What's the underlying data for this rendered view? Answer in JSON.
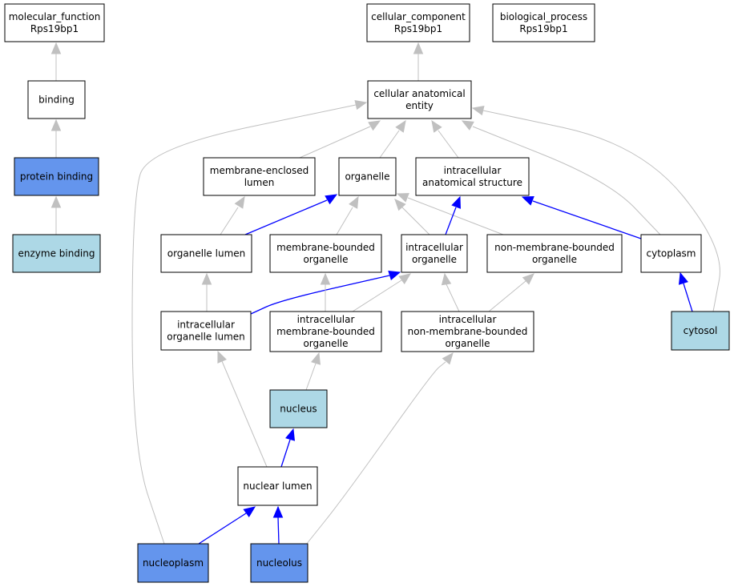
{
  "colors": {
    "default_fill": "#ffffff",
    "annotated_fill": "#6495ed",
    "inferred_fill": "#add8e6",
    "border": "#000000",
    "is_a_edge": "#c0c0c0",
    "part_of_edge": "#0000ff"
  },
  "nodes": [
    {
      "id": "mf-root",
      "lines": [
        "molecular_function",
        "Rps19bp1"
      ],
      "fill": "default"
    },
    {
      "id": "cc-root",
      "lines": [
        "cellular_component",
        "Rps19bp1"
      ],
      "fill": "default"
    },
    {
      "id": "bp-root",
      "lines": [
        "biological_process",
        "Rps19bp1"
      ],
      "fill": "default"
    },
    {
      "id": "binding",
      "lines": [
        "binding"
      ],
      "fill": "default"
    },
    {
      "id": "protein-binding",
      "lines": [
        "protein binding"
      ],
      "fill": "annotated"
    },
    {
      "id": "enzyme-binding",
      "lines": [
        "enzyme binding"
      ],
      "fill": "inferred"
    },
    {
      "id": "cellular-anatomical-entity",
      "lines": [
        "cellular anatomical",
        "entity"
      ],
      "fill": "default"
    },
    {
      "id": "membrane-enclosed-lumen",
      "lines": [
        "membrane-enclosed",
        "lumen"
      ],
      "fill": "default"
    },
    {
      "id": "organelle",
      "lines": [
        "organelle"
      ],
      "fill": "default"
    },
    {
      "id": "intracellular-anatomical-structure",
      "lines": [
        "intracellular",
        "anatomical structure"
      ],
      "fill": "default"
    },
    {
      "id": "organelle-lumen",
      "lines": [
        "organelle lumen"
      ],
      "fill": "default"
    },
    {
      "id": "membrane-bounded-organelle",
      "lines": [
        "membrane-bounded",
        "organelle"
      ],
      "fill": "default"
    },
    {
      "id": "intracellular-organelle",
      "lines": [
        "intracellular",
        "organelle"
      ],
      "fill": "default"
    },
    {
      "id": "non-membrane-bounded-organelle",
      "lines": [
        "non-membrane-bounded",
        "organelle"
      ],
      "fill": "default"
    },
    {
      "id": "cytoplasm",
      "lines": [
        "cytoplasm"
      ],
      "fill": "default"
    },
    {
      "id": "intracellular-organelle-lumen",
      "lines": [
        "intracellular",
        "organelle lumen"
      ],
      "fill": "default"
    },
    {
      "id": "intracellular-membrane-bounded-organelle",
      "lines": [
        "intracellular",
        "membrane-bounded",
        "organelle"
      ],
      "fill": "default"
    },
    {
      "id": "intracellular-non-membrane-bounded-organelle",
      "lines": [
        "intracellular",
        "non-membrane-bounded",
        "organelle"
      ],
      "fill": "default"
    },
    {
      "id": "cytosol",
      "lines": [
        "cytosol"
      ],
      "fill": "inferred"
    },
    {
      "id": "nucleus",
      "lines": [
        "nucleus"
      ],
      "fill": "inferred"
    },
    {
      "id": "nuclear-lumen",
      "lines": [
        "nuclear lumen"
      ],
      "fill": "default"
    },
    {
      "id": "nucleoplasm",
      "lines": [
        "nucleoplasm"
      ],
      "fill": "annotated"
    },
    {
      "id": "nucleolus",
      "lines": [
        "nucleolus"
      ],
      "fill": "annotated"
    }
  ],
  "edges": [
    {
      "from": "binding",
      "to": "mf-root",
      "type": "is_a"
    },
    {
      "from": "protein-binding",
      "to": "binding",
      "type": "is_a"
    },
    {
      "from": "enzyme-binding",
      "to": "protein-binding",
      "type": "is_a"
    },
    {
      "from": "cellular-anatomical-entity",
      "to": "cc-root",
      "type": "is_a"
    },
    {
      "from": "membrane-enclosed-lumen",
      "to": "cellular-anatomical-entity",
      "type": "is_a"
    },
    {
      "from": "organelle",
      "to": "cellular-anatomical-entity",
      "type": "is_a"
    },
    {
      "from": "intracellular-anatomical-structure",
      "to": "cellular-anatomical-entity",
      "type": "is_a"
    },
    {
      "from": "cytoplasm",
      "to": "cellular-anatomical-entity",
      "type": "is_a"
    },
    {
      "from": "cytosol",
      "to": "cellular-anatomical-entity",
      "type": "is_a"
    },
    {
      "from": "nucleoplasm",
      "to": "cellular-anatomical-entity",
      "type": "is_a"
    },
    {
      "from": "organelle-lumen",
      "to": "membrane-enclosed-lumen",
      "type": "is_a"
    },
    {
      "from": "organelle-lumen",
      "to": "organelle",
      "type": "part_of"
    },
    {
      "from": "membrane-bounded-organelle",
      "to": "organelle",
      "type": "is_a"
    },
    {
      "from": "intracellular-organelle",
      "to": "organelle",
      "type": "is_a"
    },
    {
      "from": "non-membrane-bounded-organelle",
      "to": "organelle",
      "type": "is_a"
    },
    {
      "from": "intracellular-organelle",
      "to": "intracellular-anatomical-structure",
      "type": "part_of"
    },
    {
      "from": "cytoplasm",
      "to": "intracellular-anatomical-structure",
      "type": "part_of"
    },
    {
      "from": "cytosol",
      "to": "cytoplasm",
      "type": "part_of"
    },
    {
      "from": "intracellular-organelle-lumen",
      "to": "organelle-lumen",
      "type": "is_a"
    },
    {
      "from": "intracellular-organelle-lumen",
      "to": "intracellular-organelle",
      "type": "part_of"
    },
    {
      "from": "intracellular-membrane-bounded-organelle",
      "to": "membrane-bounded-organelle",
      "type": "is_a"
    },
    {
      "from": "intracellular-membrane-bounded-organelle",
      "to": "intracellular-organelle",
      "type": "is_a"
    },
    {
      "from": "intracellular-non-membrane-bounded-organelle",
      "to": "intracellular-organelle",
      "type": "is_a"
    },
    {
      "from": "intracellular-non-membrane-bounded-organelle",
      "to": "non-membrane-bounded-organelle",
      "type": "is_a"
    },
    {
      "from": "nucleus",
      "to": "intracellular-membrane-bounded-organelle",
      "type": "is_a"
    },
    {
      "from": "nuclear-lumen",
      "to": "intracellular-organelle-lumen",
      "type": "is_a"
    },
    {
      "from": "nuclear-lumen",
      "to": "nucleus",
      "type": "part_of"
    },
    {
      "from": "nucleoplasm",
      "to": "nuclear-lumen",
      "type": "part_of"
    },
    {
      "from": "nucleolus",
      "to": "nuclear-lumen",
      "type": "part_of"
    },
    {
      "from": "nucleolus",
      "to": "intracellular-non-membrane-bounded-organelle",
      "type": "is_a"
    }
  ]
}
